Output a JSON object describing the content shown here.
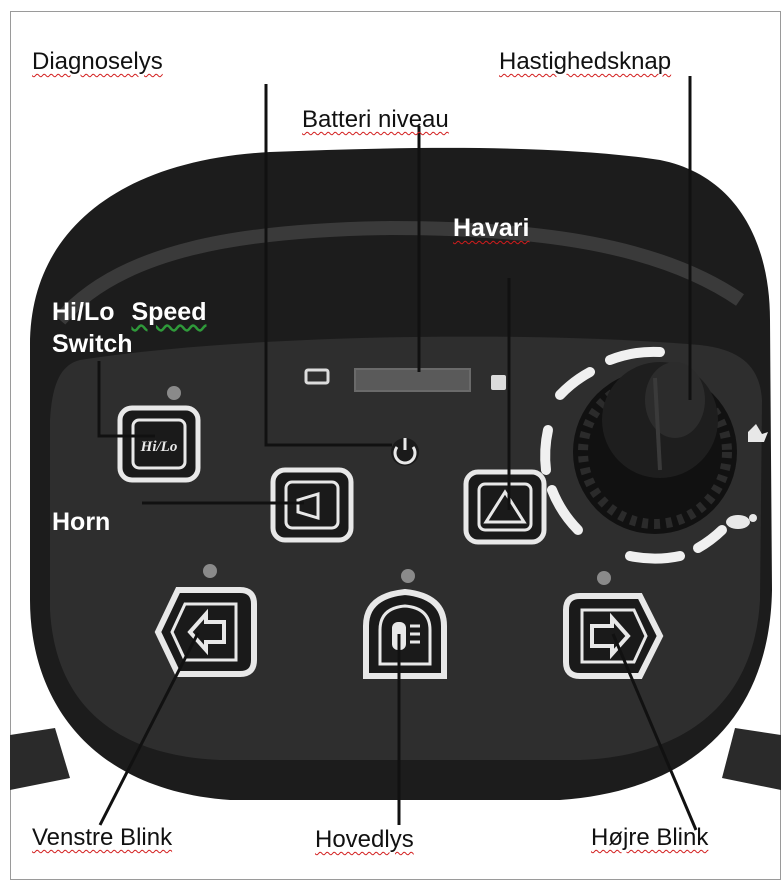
{
  "labels": {
    "diagnoselys": "Diagnoselys",
    "hastighedsknap": "Hastighedsknap",
    "batteri_niveau": "Batteri niveau",
    "havari": "Havari",
    "hilo_line1_a": "Hi/Lo",
    "hilo_line1_b": "Speed",
    "hilo_line2": "Switch",
    "horn": "Horn",
    "venstre_blink": "Venstre Blink",
    "hovedlys": "Hovedlys",
    "hojre_blink": "Højre Blink"
  },
  "button_text": {
    "hilo": "Hi/Lo"
  },
  "colors": {
    "panel_dark": "#1c1c1c",
    "face": "#2e2e2e",
    "button_outline": "#e8e8e8",
    "indicator_led": "#8a8a8a",
    "spell_underline": "#d21c1c"
  }
}
